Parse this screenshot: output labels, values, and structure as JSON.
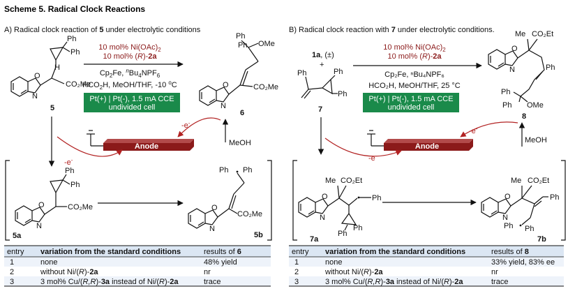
{
  "scheme_title": "Scheme 5. Radical Clock Reactions",
  "panelA": {
    "heading_prefix": "A) Radical clock reaction of ",
    "heading_num": "5",
    "heading_suffix": " under electrolytic conditions",
    "cond_line1_prefix": "10 mol% Ni(OAc)",
    "cond_line1_sub": "2",
    "cond_line2_prefix": "10 mol% (",
    "cond_line2_R": "R",
    "cond_line2_suffix": ")-",
    "cond_line2_bold": "2a",
    "cond_line3_a": "Cp",
    "cond_line3_sub": "2",
    "cond_line3_b": "Fe, ",
    "cond_line3_sup": "n",
    "cond_line3_c": "Bu",
    "cond_line3_sub2": "4",
    "cond_line3_d": "NPF",
    "cond_line3_sub3": "6",
    "cond_line4": "HCO",
    "cond_line4_sub": "2",
    "cond_line4_b": "H, MeOH/THF, -10 ",
    "cond_line4_sup": "o",
    "cond_line4_c": "C",
    "box_line1": "Pt(+) | Pt(-), 1.5 mA CCE",
    "box_line2": "undivided cell",
    "sm_label": "5",
    "product_label": "6",
    "int1_label": "5a",
    "int2_label": "5b",
    "anode": "Anode",
    "meoh": "MeOH",
    "electron": "-e",
    "electron_sup": "-",
    "ph": "Ph",
    "ome": "OMe",
    "co2me": "CO₂Me",
    "h": "H",
    "n": "N",
    "o": "O"
  },
  "panelB": {
    "heading_prefix": "B) Radical clock reaction with ",
    "heading_num": "7",
    "heading_suffix": " under electrolytic conditions.",
    "cond_line1_prefix": "10 mol% Ni(OAc)",
    "cond_line1_sub": "2",
    "cond_line2_prefix": "10 mol% (",
    "cond_line2_R": "R",
    "cond_line2_suffix": ")-",
    "cond_line2_bold": "2a",
    "cond_line3": "Cp₂Fe, ⁿBu₄NPF₆",
    "cond_line4": "HCO₂H, MeOH/THF, 25 °C",
    "box_line1": "Pt(+) | Pt(-), 1.5 mA CCE",
    "box_line2": "undivided cell",
    "reagent": "1a",
    "reagent_suffix": ", (±)",
    "plus": "+",
    "sm_label": "7",
    "product_label": "8",
    "int1_label": "7a",
    "int2_label": "7b",
    "anode": "Anode",
    "meoh": "MeOH",
    "electron": "-e",
    "electron_sup": "-",
    "ph": "Ph",
    "ome": "OMe",
    "me": "Me",
    "co2et": "CO₂Et",
    "n": "N",
    "o": "O"
  },
  "tableA": {
    "headers": [
      "entry",
      "variation from the standard conditions",
      "results of "
    ],
    "header_bold": "6",
    "rows": [
      {
        "entry": "1",
        "variation": "none",
        "result": "48% yield"
      },
      {
        "entry": "2",
        "variation_pre": "without Ni/(",
        "variation_it": "R",
        "variation_mid": ")-",
        "variation_bold": "2a",
        "result": "nr"
      },
      {
        "entry": "3",
        "variation_pre": "3 mol% Cu/(",
        "variation_it": "R,R",
        "variation_mid": ")-",
        "variation_bold": "3a",
        "variation_mid2": " instead of Ni/(",
        "variation_it2": "R",
        "variation_mid3": ")-",
        "variation_bold2": "2a",
        "result": "trace"
      }
    ]
  },
  "tableB": {
    "headers": [
      "entry",
      "variation from the standard conditions",
      "results of "
    ],
    "header_bold": "8",
    "rows": [
      {
        "entry": "1",
        "variation": "none",
        "result": "33% yield, 83% ee"
      },
      {
        "entry": "2",
        "variation_pre": "without Ni/(",
        "variation_it": "R",
        "variation_mid": ")-",
        "variation_bold": "2a",
        "result": "nr"
      },
      {
        "entry": "3",
        "variation_pre": "3 mol% Cu/(",
        "variation_it": "R,R",
        "variation_mid": ")-",
        "variation_bold": "3a",
        "variation_mid2": " instead of Ni/(",
        "variation_it2": "R",
        "variation_mid3": ")-",
        "variation_bold2": "2a",
        "result": "trace"
      }
    ]
  },
  "colors": {
    "red_text": "#8b1a1a",
    "green_box": "#1a8a4a",
    "anode_fill": "#8b1a1a",
    "table_header": "#dbe6f3",
    "table_row_alt": "#eef3fa"
  }
}
